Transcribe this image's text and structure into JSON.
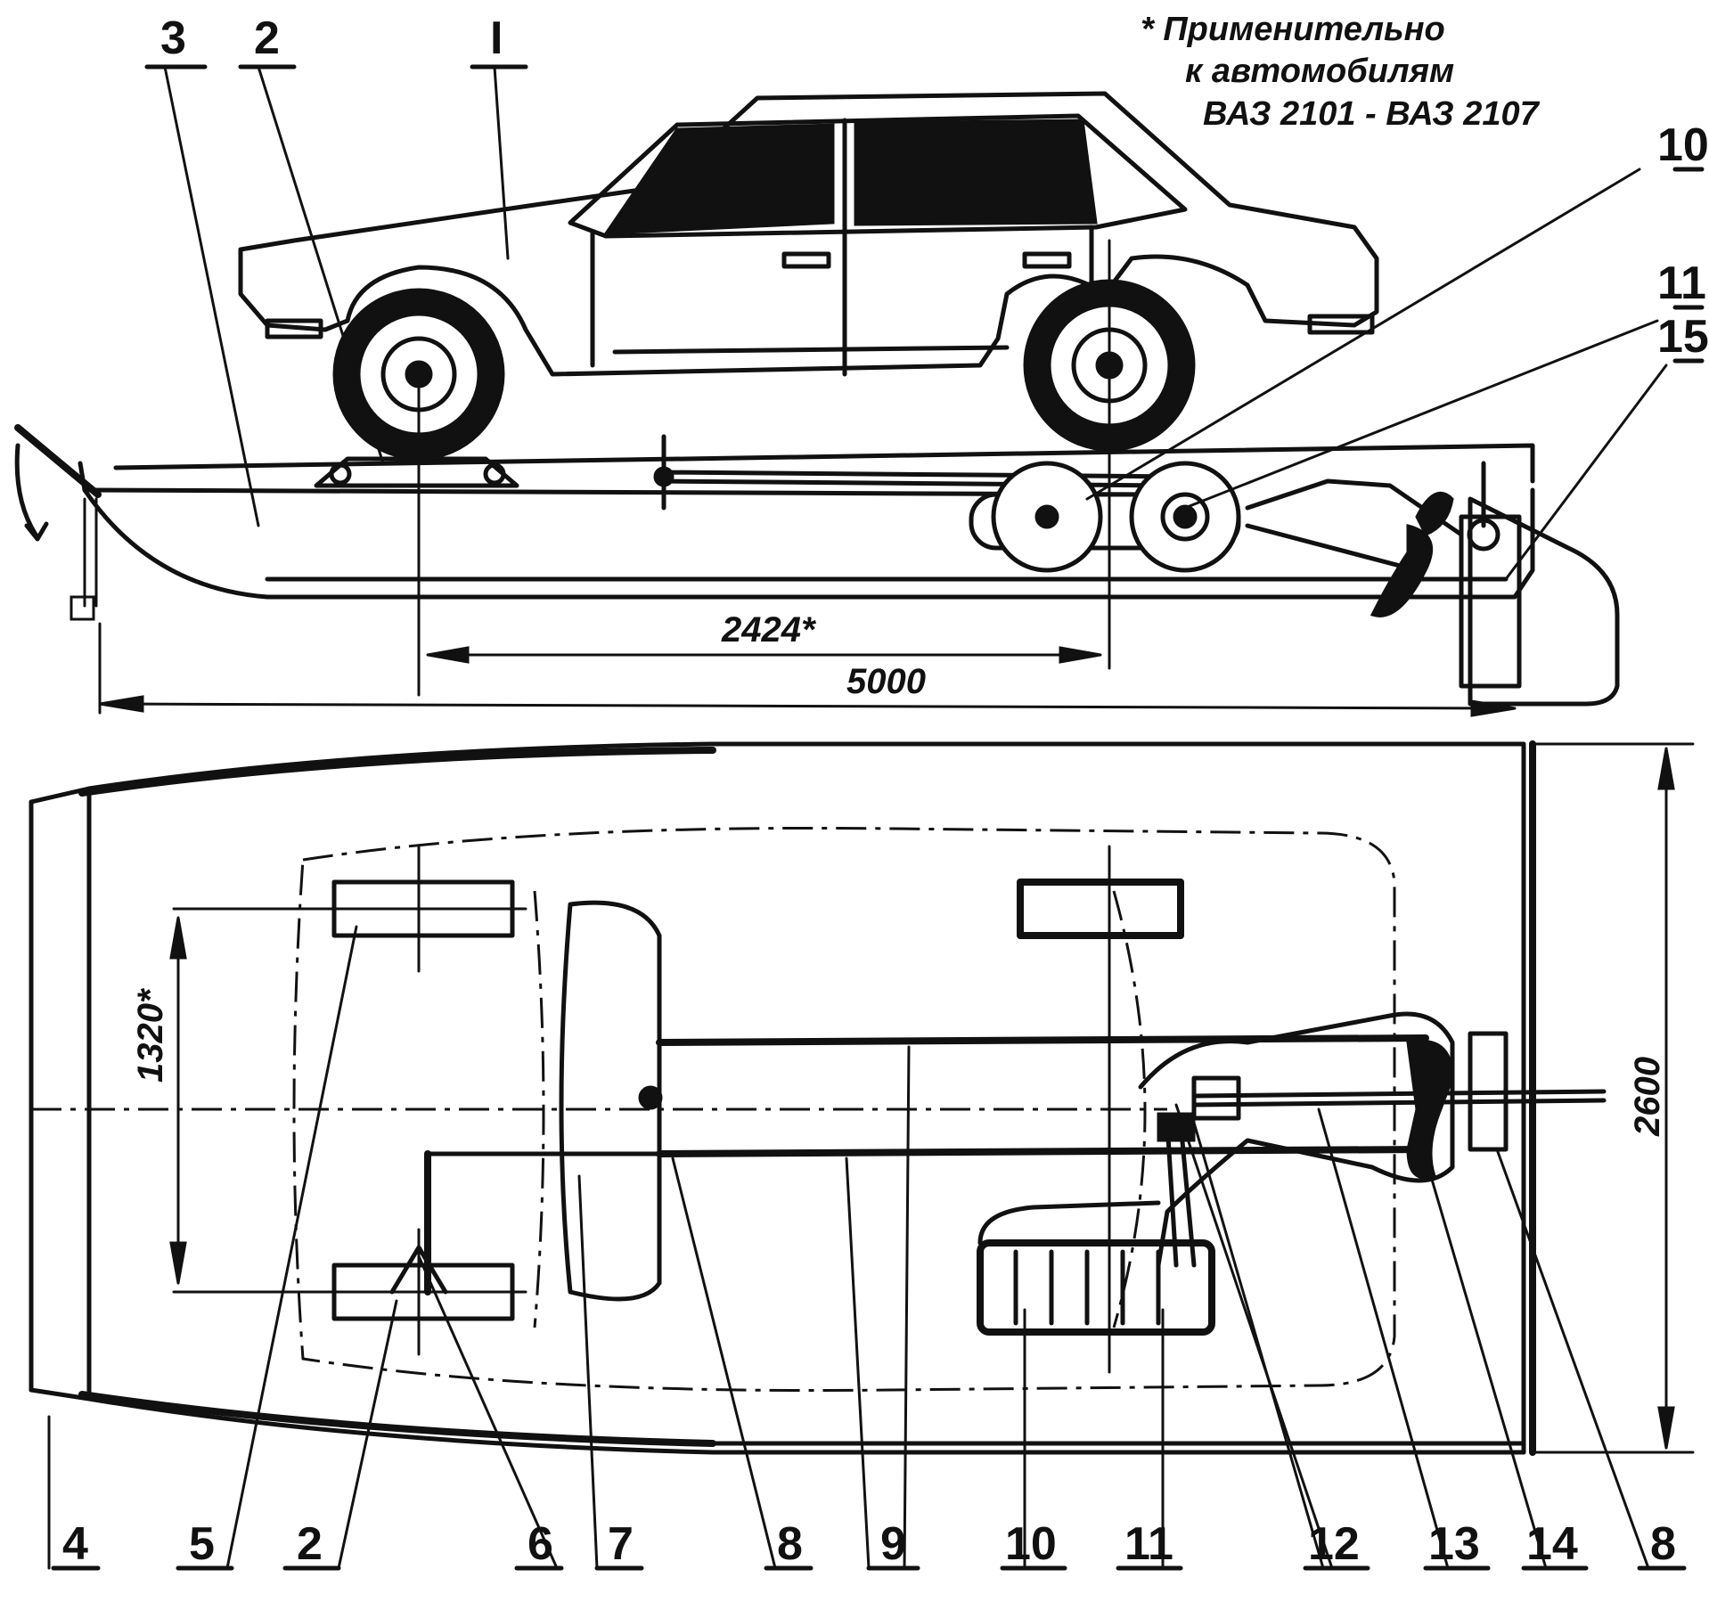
{
  "note": {
    "line1": "* Применительно",
    "line2": "к автомобилям",
    "line3": "ВАЗ 2101 - ВАЗ 2107"
  },
  "dimensions": {
    "wheelbase": "2424*",
    "length": "5000",
    "track": "1320*",
    "width": "2600"
  },
  "top_labels": {
    "l3": "3",
    "l2": "2",
    "l1": "I",
    "l10": "10",
    "l11": "11",
    "l15": "15"
  },
  "bottom_labels": {
    "l4": "4",
    "l5": "5",
    "l2": "2",
    "l6": "6",
    "l7": "7",
    "l8a": "8",
    "l9": "9",
    "l10": "10",
    "l11": "11",
    "l12": "12",
    "l13": "13",
    "l14": "14",
    "l8b": "8"
  },
  "colors": {
    "ink": "#111111",
    "paper": "#ffffff"
  }
}
